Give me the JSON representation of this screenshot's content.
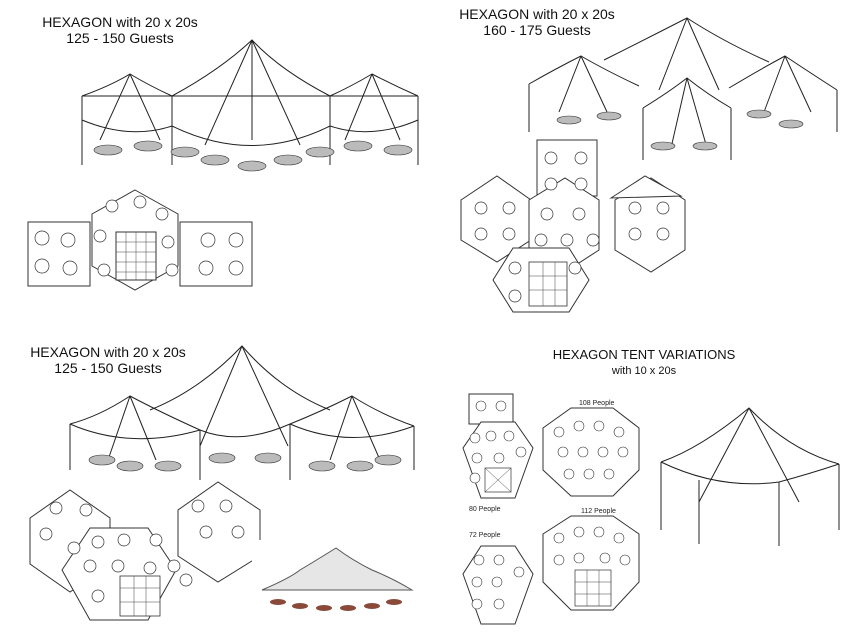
{
  "panels": [
    {
      "title": "HEXAGON with 20 x 20s",
      "subtitle": "125 - 150 Guests"
    },
    {
      "title": "HEXAGON with 20 x 20s",
      "subtitle": "160 - 175 Guests"
    },
    {
      "title": "HEXAGON with 20 x 20s",
      "subtitle": "125 - 150 Guests"
    },
    {
      "title": "HEXAGON TENT VARIATIONS",
      "subtitle": "with 10 x 20s",
      "captions": [
        "108 People",
        "80 People",
        "72 People",
        "112 People"
      ]
    }
  ]
}
